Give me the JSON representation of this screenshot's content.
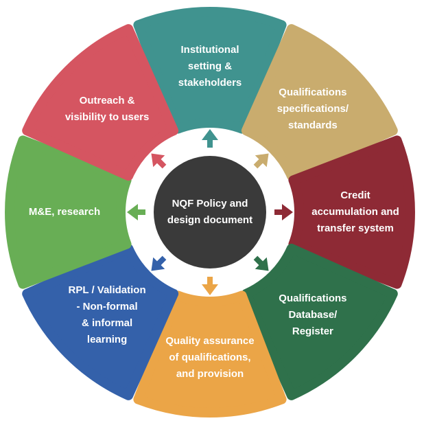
{
  "center": {
    "lines": [
      "NQF Policy and",
      "design document"
    ],
    "color": "#3a3a3a"
  },
  "segments": [
    {
      "id": "institutional-setting",
      "color": "#40938f",
      "lines": [
        "Institutional",
        "setting &",
        "stakeholders"
      ]
    },
    {
      "id": "qualifications-specifications",
      "color": "#c9ac6e",
      "lines": [
        "Qualifications",
        "specifications/",
        "standards"
      ]
    },
    {
      "id": "credit-accumulation",
      "color": "#8e2a35",
      "lines": [
        "Credit",
        "accumulation and",
        "transfer system"
      ]
    },
    {
      "id": "qualifications-database",
      "color": "#2f714b",
      "lines": [
        "Qualifications",
        "Database/",
        "Register"
      ]
    },
    {
      "id": "quality-assurance",
      "color": "#eba547",
      "lines": [
        "Quality assurance",
        "of qualifications,",
        "and provision"
      ]
    },
    {
      "id": "rpl-validation",
      "color": "#3461aa",
      "lines": [
        "RPL / Validation",
        "- Non-formal",
        "& informal",
        "learning"
      ]
    },
    {
      "id": "me-research",
      "color": "#68ae55",
      "lines": [
        "M&E, research"
      ]
    },
    {
      "id": "outreach-visibility",
      "color": "#d55561",
      "lines": [
        "Outreach &",
        "visibility to users"
      ]
    }
  ]
}
